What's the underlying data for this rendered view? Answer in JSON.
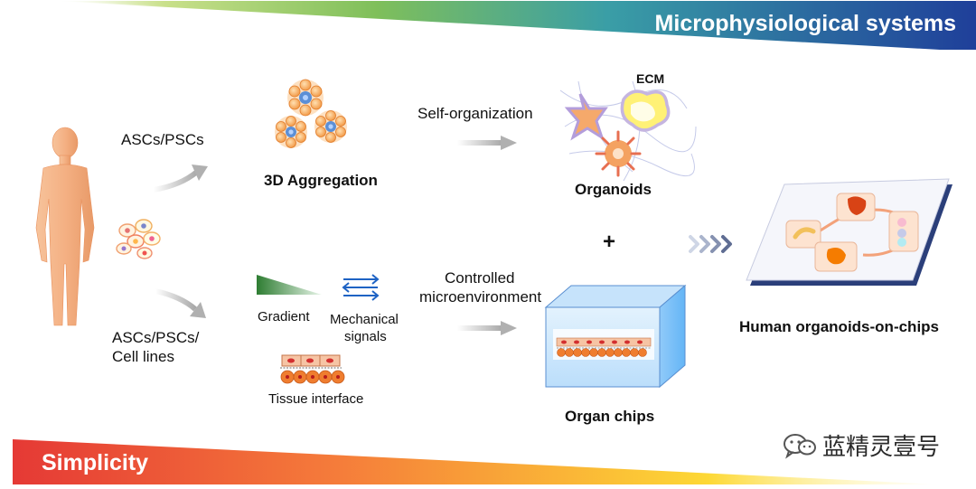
{
  "banner": {
    "title": "Microphysiological systems"
  },
  "footer": {
    "label": "Simplicity"
  },
  "paths": {
    "top_source": "ASCs/PSCs",
    "bottom_source_line1": "ASCs/PSCs/",
    "bottom_source_line2": "Cell lines"
  },
  "aggregation": {
    "label": "3D Aggregation"
  },
  "self_organization": {
    "label": "Self-organization"
  },
  "organoids": {
    "label": "Organoids",
    "ecm_label": "ECM"
  },
  "plus": {
    "label": "+"
  },
  "cues": {
    "gradient": "Gradient",
    "mechanical_line1": "Mechanical",
    "mechanical_line2": "signals",
    "tissue_interface": "Tissue interface"
  },
  "controlled": {
    "line1": "Controlled",
    "line2": "microenvironment"
  },
  "organ_chips": {
    "label": "Organ chips"
  },
  "result": {
    "label": "Human organoids-on-chips"
  },
  "watermark": {
    "text": "蓝精灵壹号"
  },
  "colors": {
    "banner_start": "#8bc34a",
    "banner_end": "#1f3f9a",
    "footer_start": "#e53935",
    "footer_end": "#fdd835",
    "skin": "#f4b58a",
    "arrow_gray": "#bdbdbd",
    "chevron": "#7e8aa8"
  }
}
